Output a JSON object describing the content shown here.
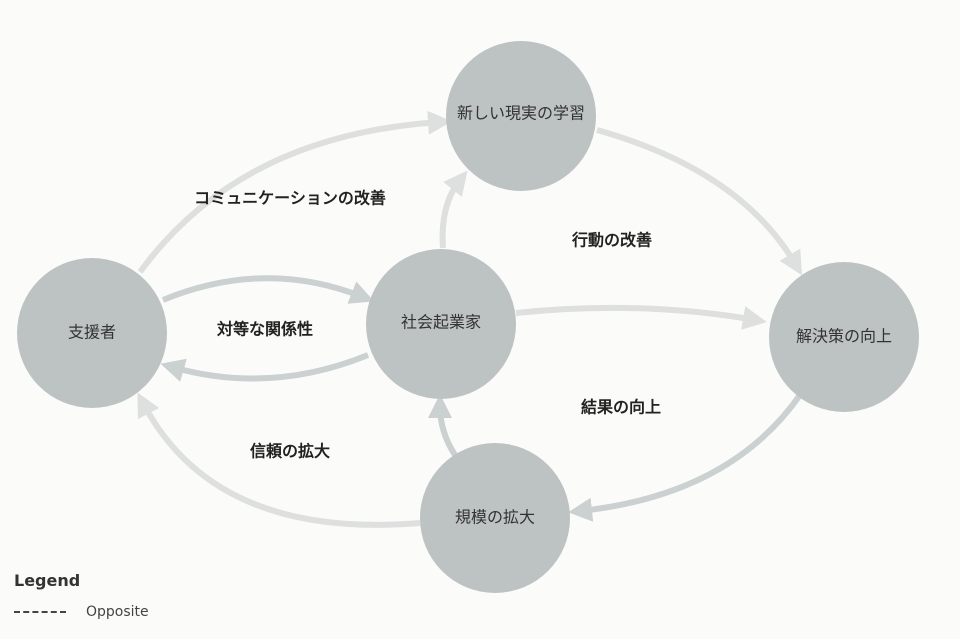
{
  "colors": {
    "node": "#bdc3c2",
    "edge_light": "#dedfdf",
    "edge_dark": "#cbd0d0",
    "background": "#fbfbfa"
  },
  "nodes": [
    {
      "id": "supporter",
      "label": "支援者"
    },
    {
      "id": "entrepreneur",
      "label": "社会起業家"
    },
    {
      "id": "learning",
      "label": "新しい現実の学習"
    },
    {
      "id": "solution",
      "label": "解決策の向上"
    },
    {
      "id": "scale",
      "label": "規模の拡大"
    }
  ],
  "edges": [
    {
      "from": "supporter",
      "to": "learning"
    },
    {
      "from": "learning",
      "to": "solution"
    },
    {
      "from": "entrepreneur",
      "to": "learning"
    },
    {
      "from": "entrepreneur",
      "to": "solution"
    },
    {
      "from": "supporter",
      "to": "entrepreneur"
    },
    {
      "from": "entrepreneur",
      "to": "supporter"
    },
    {
      "from": "solution",
      "to": "scale"
    },
    {
      "from": "scale",
      "to": "entrepreneur"
    },
    {
      "from": "scale",
      "to": "supporter"
    }
  ],
  "edge_labels": {
    "communication": "コミュニケーションの改善",
    "action": "行動の改善",
    "equal": "対等な関係性",
    "results": "結果の向上",
    "trust": "信頼の拡大"
  },
  "legend": {
    "title": "Legend",
    "items": [
      {
        "label": "Opposite",
        "style": "dashed"
      }
    ]
  }
}
